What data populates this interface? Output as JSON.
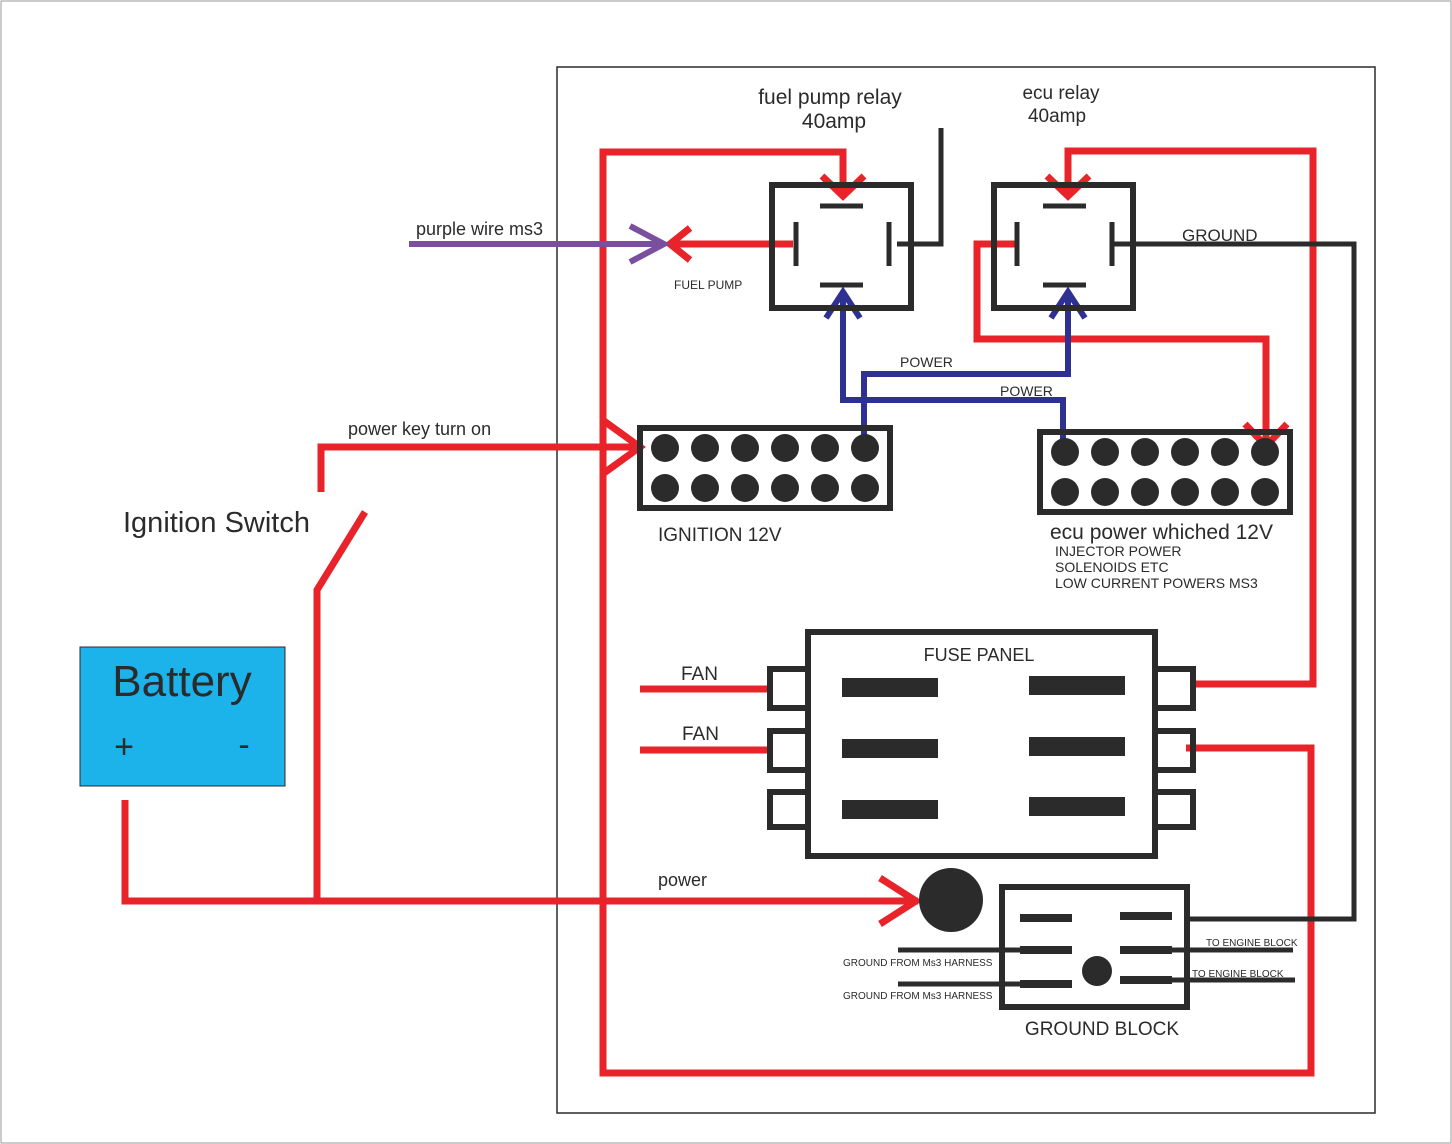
{
  "colors": {
    "power_wire": "#e8232a",
    "ground_wire": "#2b2b2b",
    "signal_wire": "#2e3192",
    "ms3_wire": "#7b4fa0",
    "battery_fill": "#1bb3ea"
  },
  "relays": {
    "fuel_pump": {
      "title_line1": "fuel pump relay",
      "title_line2": "40amp",
      "output_label": "FUEL PUMP"
    },
    "ecu": {
      "title_line1": "ecu relay",
      "title_line2": "40amp",
      "ground_label": "GROUND"
    }
  },
  "wires": {
    "purple_label": "purple wire ms3",
    "power_label_1": "POWER",
    "power_label_2": "POWER",
    "key_on_label": "power key turn on",
    "main_power_label": "power"
  },
  "ignition": {
    "switch_label": "Ignition Switch",
    "bus_label": "IGNITION 12V"
  },
  "ecu_bus": {
    "label": "ecu power whiched 12V",
    "notes": [
      "INJECTOR POWER",
      "SOLENOIDS ETC",
      "LOW CURRENT POWERS  MS3"
    ]
  },
  "battery": {
    "label": "Battery",
    "plus": "+",
    "minus": "-"
  },
  "fuse_panel": {
    "label": "FUSE PANEL",
    "fan_1": "FAN",
    "fan_2": "FAN"
  },
  "ground_block": {
    "label": "GROUND BLOCK",
    "left_1": "GROUND FROM Ms3 HARNESS",
    "left_2": "GROUND FROM Ms3 HARNESS",
    "right_1": "TO ENGINE  BLOCK",
    "right_2": "TO ENGINE  BLOCK"
  }
}
